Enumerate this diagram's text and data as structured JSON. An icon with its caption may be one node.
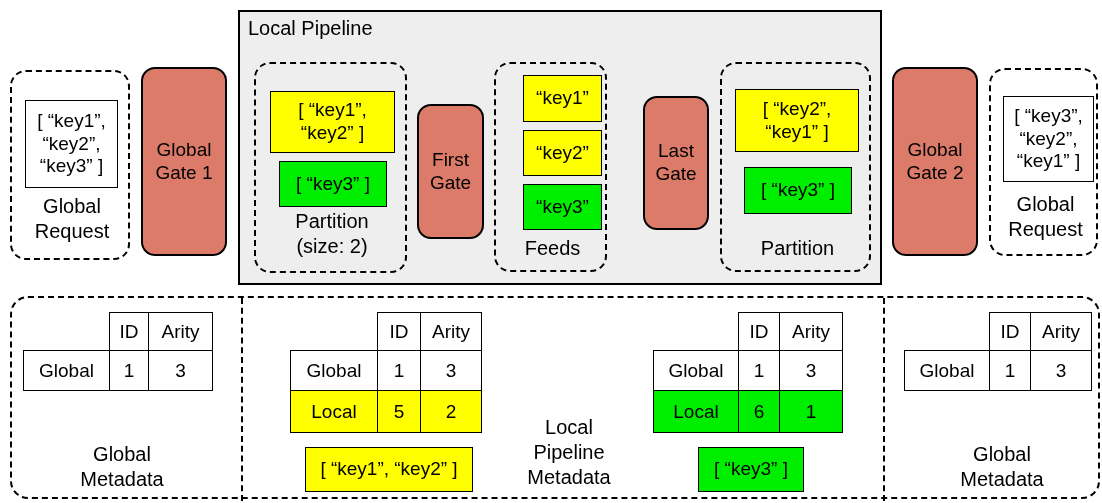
{
  "diagram": {
    "nodes": [
      {
        "text": [
          "Global Request"
        ]
      },
      {
        "text": [
          "[ “key1”, “key2”, “key3” ]"
        ],
        "in": 0
      },
      {
        "text": [
          "Global Gate 1"
        ]
      },
      {
        "text": [
          "Local Pipeline"
        ]
      },
      {
        "text": [
          "Partition (size: 2)"
        ],
        "in": 3
      },
      {
        "text": [
          "[ “key1”, “key2” ]"
        ],
        "in": 4
      },
      {
        "text": [
          "[ “key3” ]"
        ],
        "in": 4
      },
      {
        "text": [
          "First Gate"
        ],
        "in": 3
      },
      {
        "text": [
          "Feeds"
        ],
        "in": 3
      },
      {
        "text": [
          "“key1”"
        ],
        "in": 8
      },
      {
        "text": [
          "“key2”"
        ],
        "in": 8
      },
      {
        "text": [
          "“key3”"
        ],
        "in": 8
      },
      {
        "text": [
          "Last Gate"
        ],
        "in": 3
      },
      {
        "text": [
          "Partition"
        ],
        "in": 3
      },
      {
        "text": [
          "[ “key2”, “key1” ]"
        ],
        "in": 13
      },
      {
        "text": [
          "[ “key3” ]"
        ],
        "in": 13
      },
      {
        "text": [
          "Global Gate 2"
        ]
      },
      {
        "text": [
          "Global Request"
        ]
      },
      {
        "text": [
          "[ “key3”, “key2”, “key1” ]"
        ],
        "in": 17
      },
      {
        "text": [],
        "shape": "box"
      },
      {
        "text": [
          "Global Metadata"
        ],
        "in": 19
      },
      {
        "text": [
          "Local Pipeline Metadata"
        ],
        "in": 19
      },
      {
        "text": [
          "[ “key1”, “key2” ]"
        ],
        "in": 21
      },
      {
        "text": [
          "[ “key3” ]"
        ],
        "in": 21
      },
      {
        "text": [
          "Global Metadata"
        ],
        "in": 19
      }
    ],
    "labels": [
      "ID",
      "Arity",
      "Global",
      "1",
      "3",
      "ID",
      "Arity",
      "Global",
      "1",
      "3",
      "Local",
      "5",
      "2",
      "ID",
      "Arity",
      "Global",
      "1",
      "3",
      "Local",
      "6",
      "1",
      "ID",
      "Arity",
      "Global",
      "1",
      "3"
    ]
  }
}
